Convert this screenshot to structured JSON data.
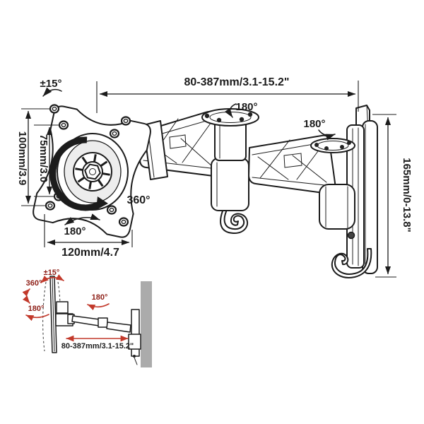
{
  "figure": {
    "main": {
      "tilt": "±15°",
      "extension": "80-387mm/3.1-15.2\"",
      "swivel_joint1": "180°",
      "swivel_joint2": "180°",
      "vesa_height": "100mm/3.9",
      "vesa_inner_height": "75mm/3.0",
      "rotation": "360°",
      "swivel_plate": "180°",
      "plate_width": "120mm/4.7",
      "bracket_height": "165mm/0-13.8\""
    },
    "inset": {
      "tilt": "±15°",
      "rotation": "360°",
      "swivel_left": "180°",
      "swivel_arm": "180°",
      "extension": "80-387mm/3.1-15.2\""
    },
    "colors": {
      "ink": "#1c1c1c",
      "red": "#c2392b",
      "dark_red": "#8e1f17",
      "wall": "#ababab"
    }
  }
}
